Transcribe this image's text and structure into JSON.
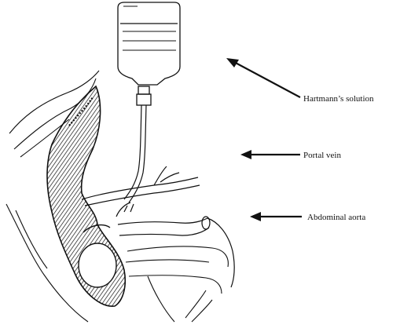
{
  "labels": {
    "hartmann": "Hartmann’s solution",
    "portal_vein": "Portal vein",
    "abdominal_aorta": "Abdominal aorta"
  },
  "colors": {
    "ink": "#111111",
    "background": "#ffffff"
  }
}
